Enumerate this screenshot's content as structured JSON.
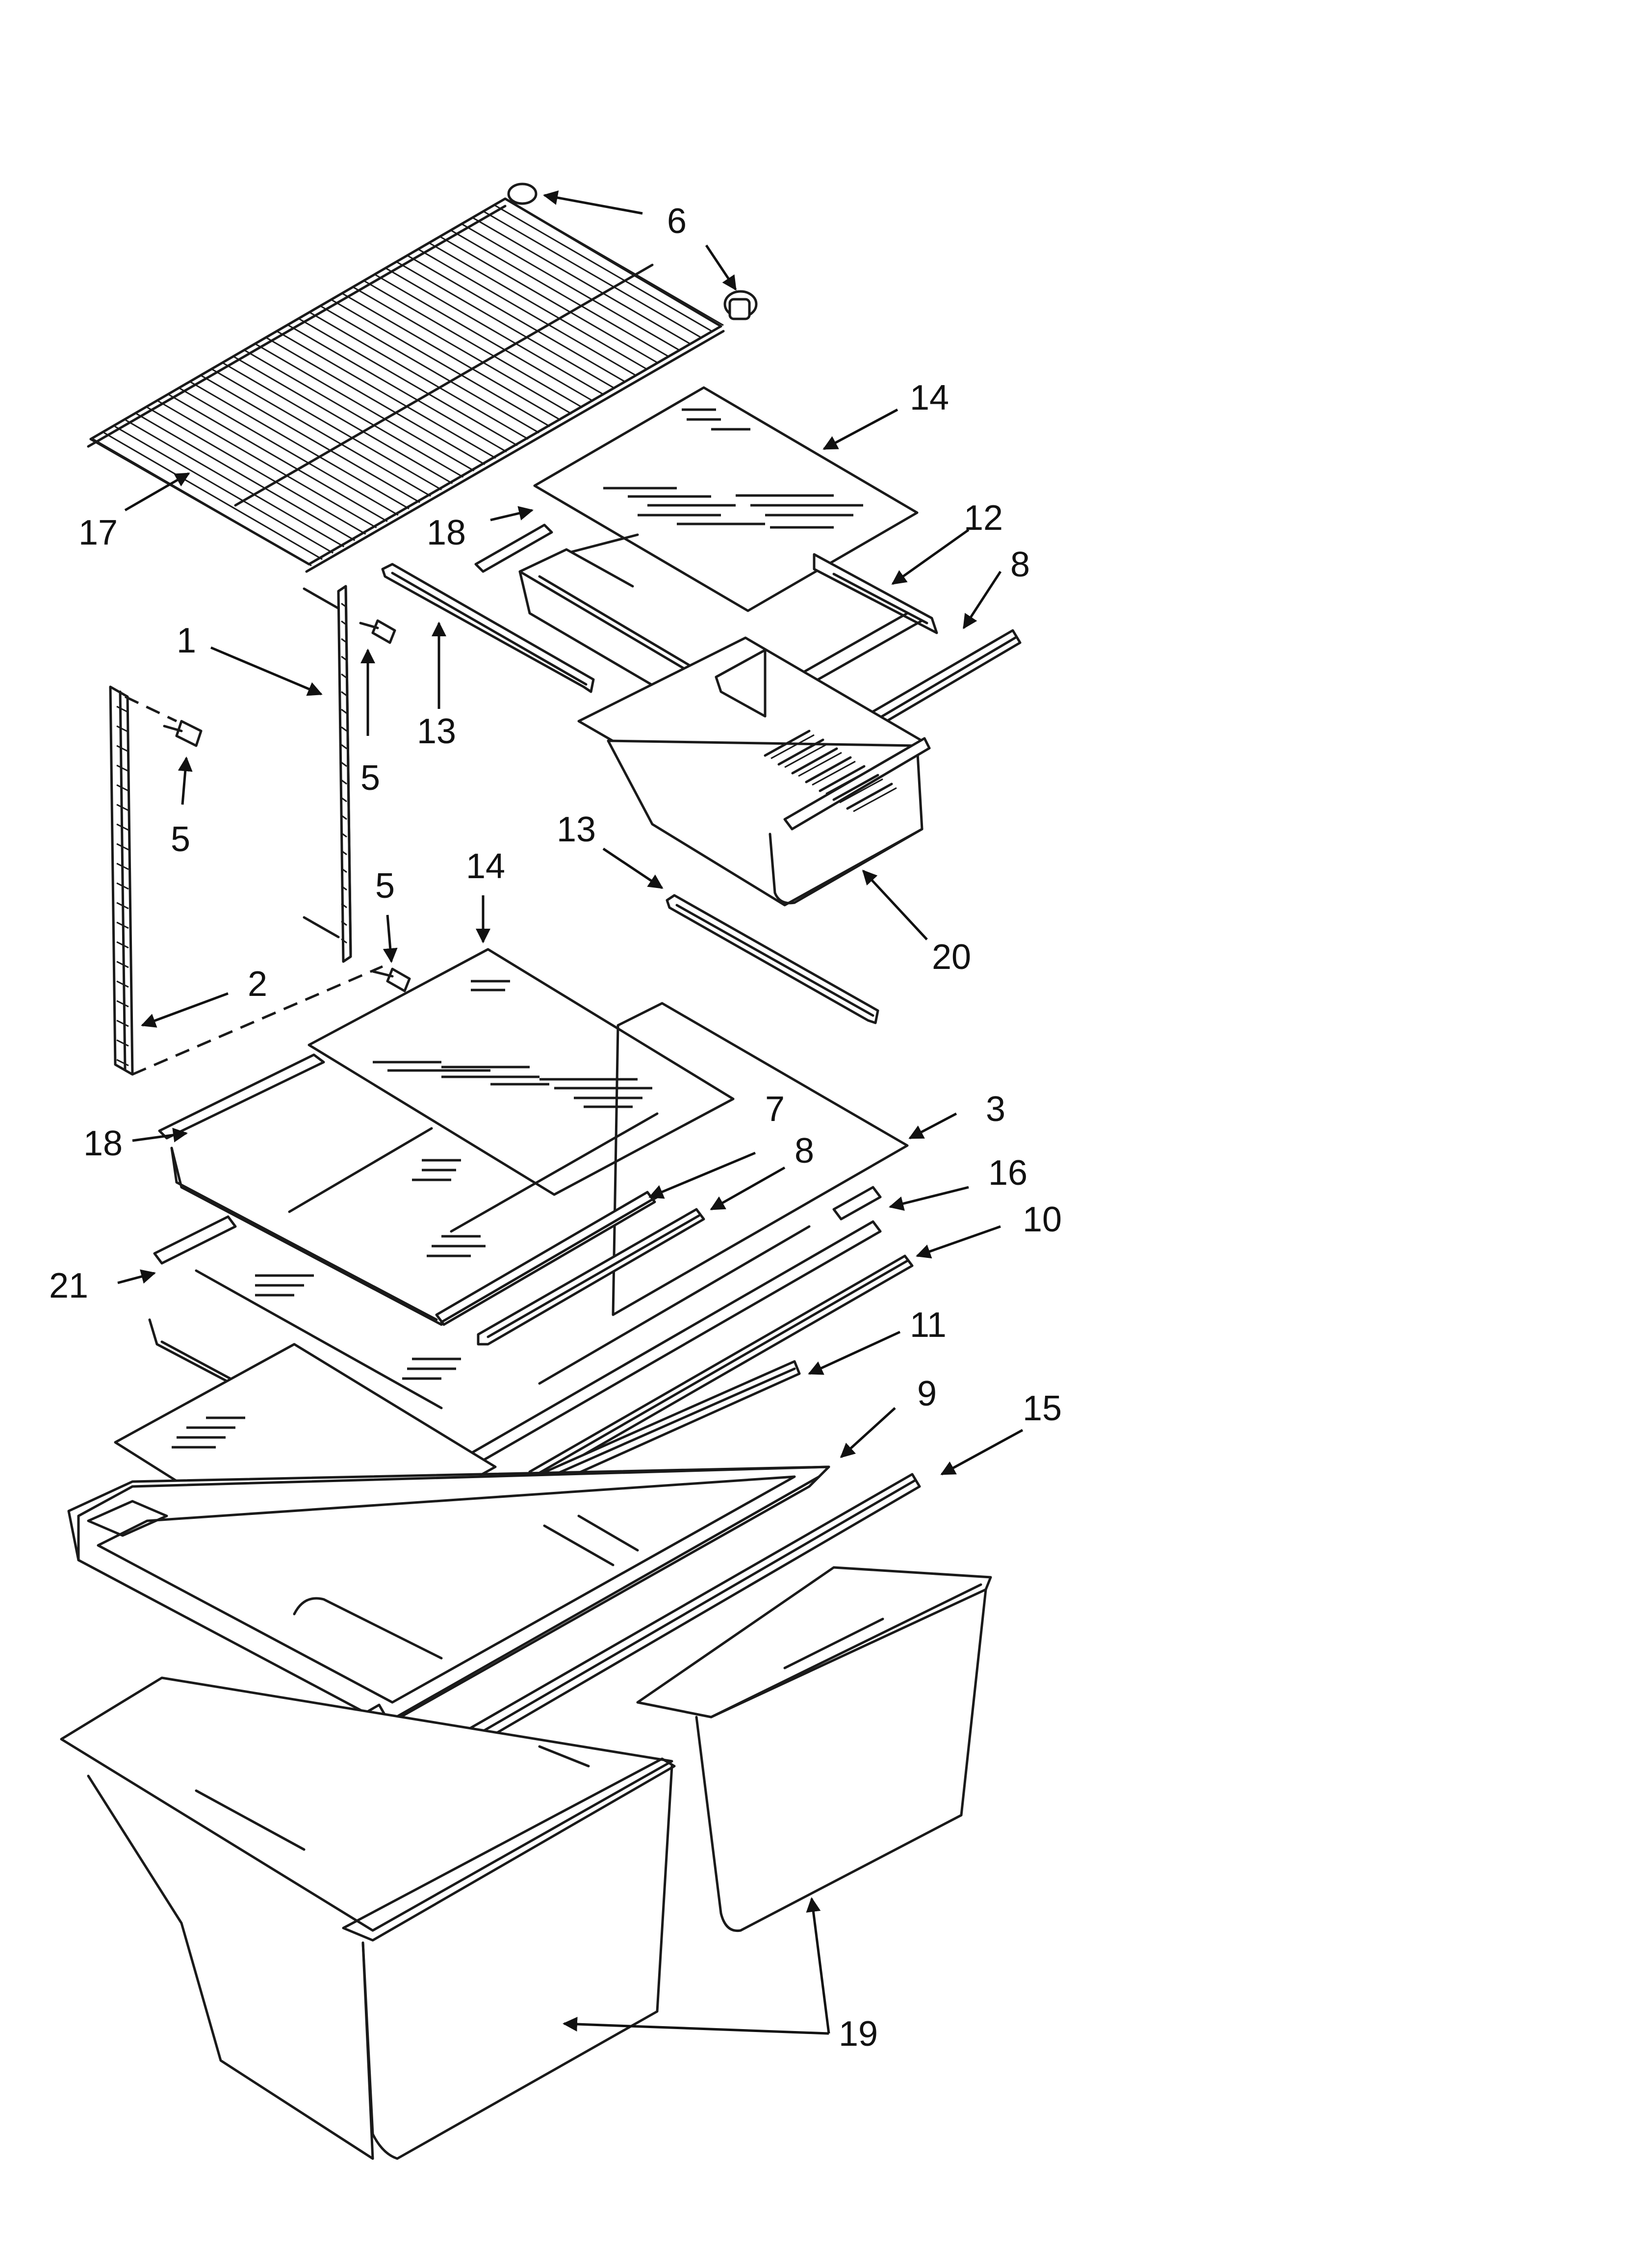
{
  "diagram": {
    "callouts": [
      "6",
      "14",
      "17",
      "18",
      "12",
      "8",
      "1",
      "13",
      "5",
      "5",
      "5",
      "13",
      "20",
      "14",
      "2",
      "18",
      "7",
      "3",
      "8",
      "16",
      "10",
      "21",
      "11",
      "9",
      "15",
      "19"
    ]
  }
}
